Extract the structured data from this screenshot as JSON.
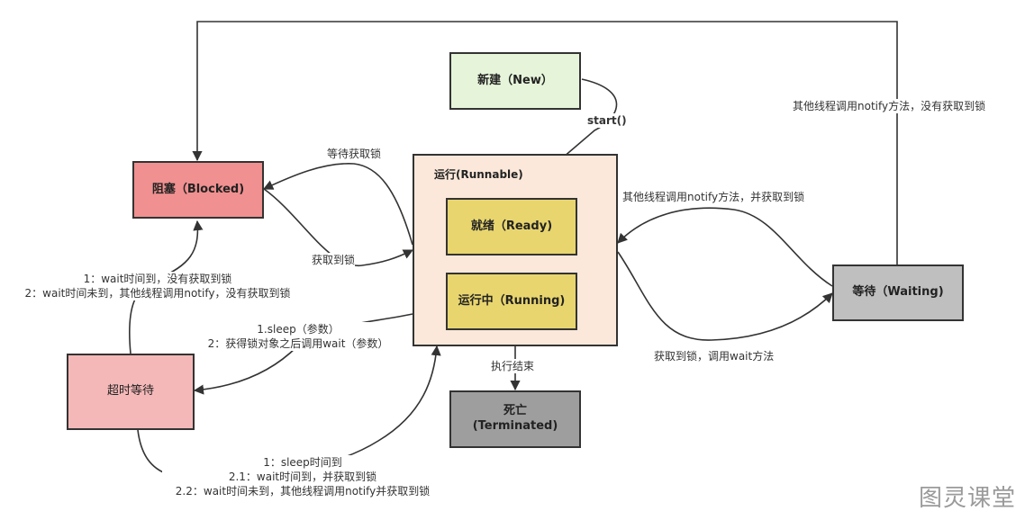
{
  "nodes": {
    "new": "新建（New）",
    "runnable": "运行(Runnable)",
    "ready": "就绪（Ready)",
    "running": "运行中（Running)",
    "blocked": "阻塞（Blocked)",
    "timed_waiting": "超时等待",
    "waiting": "等待（Waiting)",
    "terminated_line1": "死亡",
    "terminated_line2": "(Terminated)"
  },
  "edge_labels": {
    "start": "start()",
    "wait_lock": "等待获取锁",
    "got_lock": "获取到锁",
    "notify_no_lock": "其他线程调用notify方法，没有获取到锁",
    "notify_got_lock": "其他线程调用notify方法，并获取到锁",
    "got_lock_wait": "获取到锁，调用wait方法",
    "exec_end": "执行结束",
    "timed_to_blocked_1": "1：wait时间到，没有获取到锁",
    "timed_to_blocked_2": "2：wait时间未到，其他线程调用notify，没有获取到锁",
    "to_timed_1": "1.sleep（参数）",
    "to_timed_2": "2：获得锁对象之后调用wait（参数）",
    "timed_back_1": "1：sleep时间到",
    "timed_back_2": "2.1：wait时间到，并获取到锁",
    "timed_back_3": "2.2：wait时间未到，其他线程调用notify并获取到锁"
  },
  "watermark": "图灵课堂",
  "colors": {
    "new": "#e6f5da",
    "runnable": "#fbe8da",
    "inner": "#e8d56e",
    "blocked": "#f09090",
    "timed_waiting": "#f5b8b8",
    "waiting": "#bfbfbf",
    "terminated": "#9e9e9e",
    "line": "#333333"
  }
}
